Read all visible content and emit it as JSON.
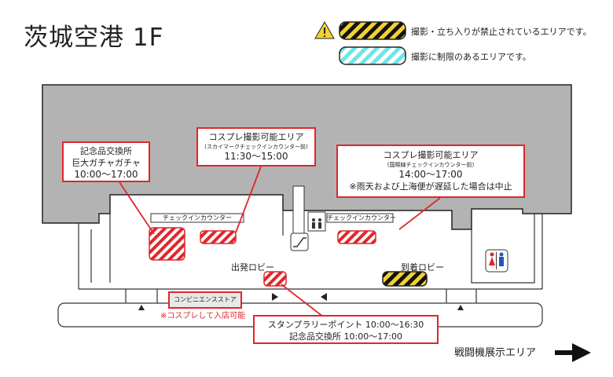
{
  "title": "茨城空港 1F",
  "legend": {
    "prohibited": "撮影・立ち入りが禁止されているエリアです。",
    "restricted": "撮影に制限のあるエリアです。",
    "prohibited_color": "#f2d230",
    "restricted_color": "#6ee6e6"
  },
  "callouts": {
    "souvenir": {
      "line1": "記念品交換所",
      "line2": "巨大ガチャガチャ",
      "line3": "10:00〜17:00"
    },
    "cosplay1": {
      "line1": "コスプレ撮影可能エリア",
      "line2": "(スカイマークチェックインカウンター前)",
      "line3": "11:30〜15:00"
    },
    "cosplay2": {
      "line1": "コスプレ撮影可能エリア",
      "line2": "(国際線チェックインカウンター前)",
      "line3": "14:00〜17:00",
      "line4": "※雨天および上海便が遅延した場合は中止"
    },
    "stamp": {
      "line1": "スタンプラリーポイント 10:00〜16:30",
      "line2": "記念品交換所 10:00〜17:00"
    }
  },
  "labels": {
    "departure": "出発ロビー",
    "arrival": "到着ロビー",
    "counter_left": "チェックインカウンター",
    "counter_right": "チェックインカウンター",
    "store": "コンビニエンスストア",
    "store_note": "※コスプレして入店可能",
    "exhibit": "戦闘機展示エリア"
  },
  "icons": {
    "warning": "warning-icon",
    "elevator": "elevator-icon",
    "escalator": "escalator-icon",
    "restroom": "restroom-icon",
    "arrow": "arrow-right-icon"
  },
  "colors": {
    "callout_border": "#e0262b",
    "hatched_red": "#e0262b",
    "building_gray": "#b3b3b3"
  }
}
